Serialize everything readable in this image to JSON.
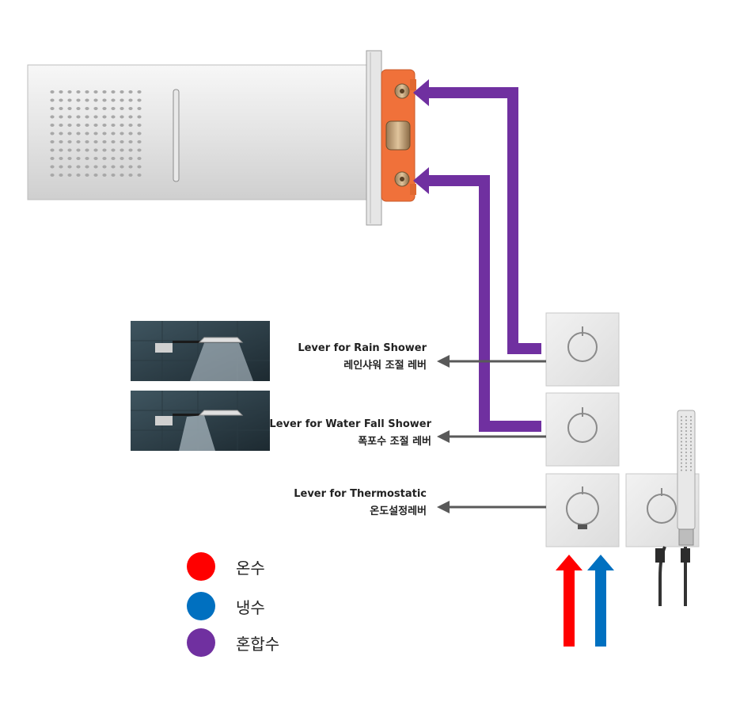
{
  "labels": {
    "rain": {
      "en": "Lever for Rain Shower",
      "ko": "레인샤워 조절 레버"
    },
    "waterfall": {
      "en": "Lever for Water Fall Shower",
      "ko": "폭포수 조절 레버"
    },
    "thermo": {
      "en": "Lever for Thermostatic",
      "ko": "온도설정레버"
    }
  },
  "legend": [
    {
      "label": "온수",
      "color": "#ff0000"
    },
    {
      "label": "냉수",
      "color": "#0070c0"
    },
    {
      "label": "혼합수",
      "color": "#7030a0"
    }
  ],
  "colors": {
    "hot": "#ff0000",
    "cold": "#0070c0",
    "mixed": "#7030a0",
    "arrow": "#595959",
    "valve_body": "#f0713a"
  }
}
